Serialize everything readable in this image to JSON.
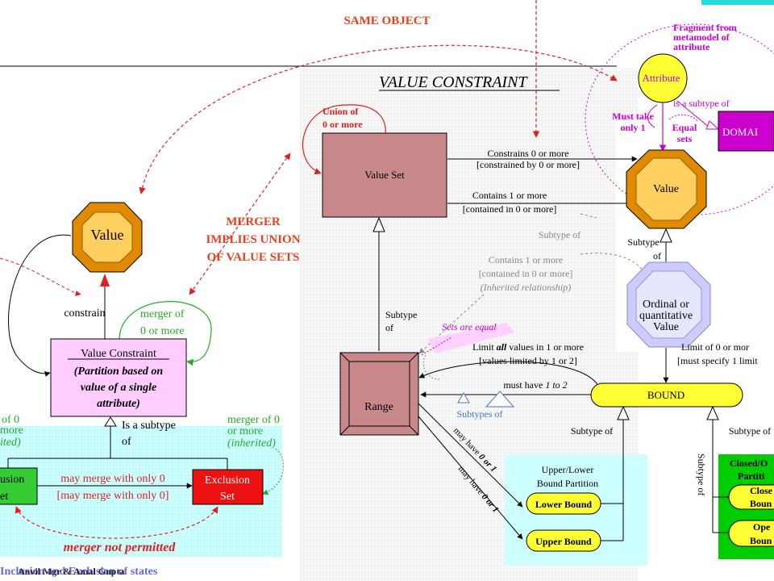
{
  "top": {
    "same_object": "SAME OBJECT",
    "fragment_note": [
      "Fragment from",
      "metamodel of",
      "attribute"
    ]
  },
  "value_constraint_panel": {
    "title": "VALUE CONSTRAINT",
    "union_note": [
      "Union of",
      "0 or more"
    ],
    "value_set": "Value Set",
    "constrains": [
      "Constrains 0 or more",
      "[constrained by 0 or more]"
    ],
    "contains": [
      "Contains 1 or more",
      "[contained in 0 or more]"
    ],
    "subtype_of_gray": "Subtype of",
    "inherited_contains": [
      "Contains 1 or more",
      "[contained in 0 or more]",
      "(Inherited relationship)"
    ],
    "subtype_range": [
      "Subtype",
      "of"
    ],
    "sets_equal": "Sets are equal",
    "limit_all": [
      "Limit all values in 1 or more",
      "[values limited by 1 or 2]"
    ],
    "must_have": "must have 1 to 2",
    "range": "Range",
    "bound": "BOUND",
    "subtypes_of": "Subtypes of",
    "may_have_1": "may have 0 or 1",
    "may_have_2": "may have 0 or 1",
    "subtype_of_left": "Subtype of",
    "subtype_of_right": "Subtype of",
    "subtype_of_vertical": "Subtype of",
    "upper_lower": [
      "Upper/Lower",
      "Bound Partition"
    ],
    "lower_bound": "Lower Bound",
    "upper_bound": "Upper Bound",
    "closed_open": [
      "Closed/O",
      "Partiti"
    ],
    "closed_bound": [
      "Close",
      "Boun"
    ],
    "open_bound": [
      "Ope",
      "Boun"
    ]
  },
  "attribute_fragment": {
    "attribute": "Attribute",
    "is_subtype": "is a subtype of",
    "domain": "DOMAI",
    "must_take": [
      "Must take",
      "only 1"
    ],
    "equal_sets": [
      "Equal",
      "sets"
    ],
    "value": "Value",
    "subtype_of": [
      "Subtype",
      "of"
    ],
    "ordinal": [
      "Ordinal or",
      "quantitative",
      "Value"
    ],
    "limit_of": [
      "Limit of 0 or mor",
      "[must specify 1 limit"
    ]
  },
  "left": {
    "value": "Value",
    "constrain": "constrain",
    "merger_of": [
      "merger of",
      "0 or more"
    ],
    "merger_implies": [
      "MERGER",
      "IMPLIES UNION",
      "OF VALUE SETS"
    ],
    "value_constraint": [
      "Value Constraint",
      "(Partition based on",
      "value of a single",
      "attribute)"
    ],
    "is_subtype": [
      "Is a subtype",
      "of"
    ],
    "left_inherited": [
      "of 0",
      "more",
      "ited)"
    ],
    "right_inherited": [
      "merger of 0",
      "or more",
      "(inherited)"
    ],
    "inclusion_set": [
      "usion",
      "et"
    ],
    "exclusion_set": [
      "Exclusion",
      "Set"
    ],
    "may_merge": [
      "may merge with only 0",
      "[may merge with only 0]"
    ],
    "merger_not_permitted": "merger not permitted",
    "footer_overlap": "Inclusion and Exclusion of states",
    "footer_author": "Anvil Mgr & Amal Gupta"
  },
  "colors": {
    "red_text": "#e8401c",
    "magenta": "#cc00cc",
    "value_set_fill": "#c9888a",
    "bound_fill": "#ffff33",
    "cyan_panel": "#ccffff",
    "green_panel": "#00cc00",
    "value_constraint_fill": "#ffccff"
  }
}
